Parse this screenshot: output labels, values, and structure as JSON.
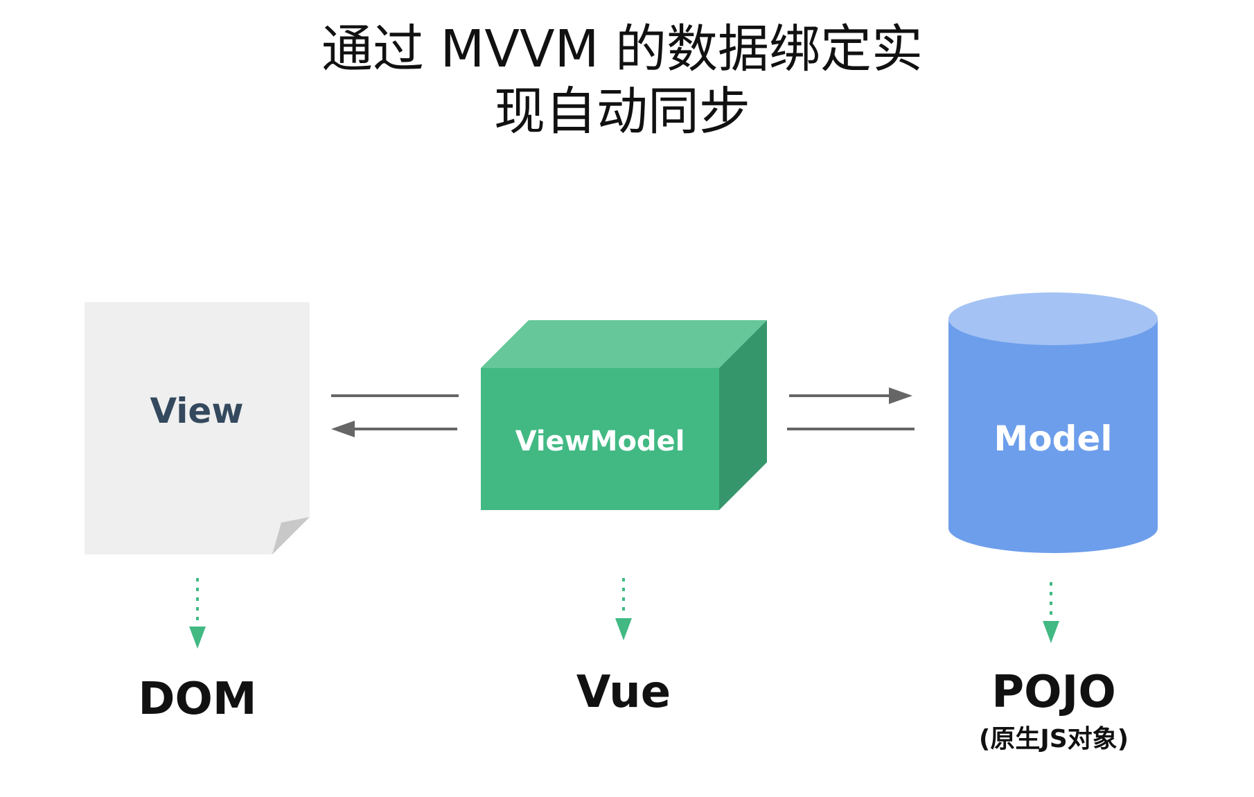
{
  "title": {
    "line1": "通过 MVVM 的数据绑定实",
    "line2": "现自动同步"
  },
  "view": {
    "label": "View",
    "target": "DOM"
  },
  "viewmodel": {
    "label": "ViewModel",
    "target": "Vue"
  },
  "model": {
    "label": "Model",
    "target": "POJO",
    "target_note": "(原生JS对象)"
  },
  "colors": {
    "view_paper": "#efefef",
    "view_fold": "#c8c8c8",
    "view_text": "#34495e",
    "cube_front": "#42b983",
    "cube_top": "#66c79a",
    "cube_side": "#35966b",
    "cylinder_body": "#6d9eeb",
    "cylinder_top": "#a4c2f4",
    "arrow": "#666666",
    "dotted_arrow": "#42b983"
  },
  "icons": {
    "view": "document-icon",
    "viewmodel": "cube-icon",
    "model": "database-cylinder-icon"
  }
}
